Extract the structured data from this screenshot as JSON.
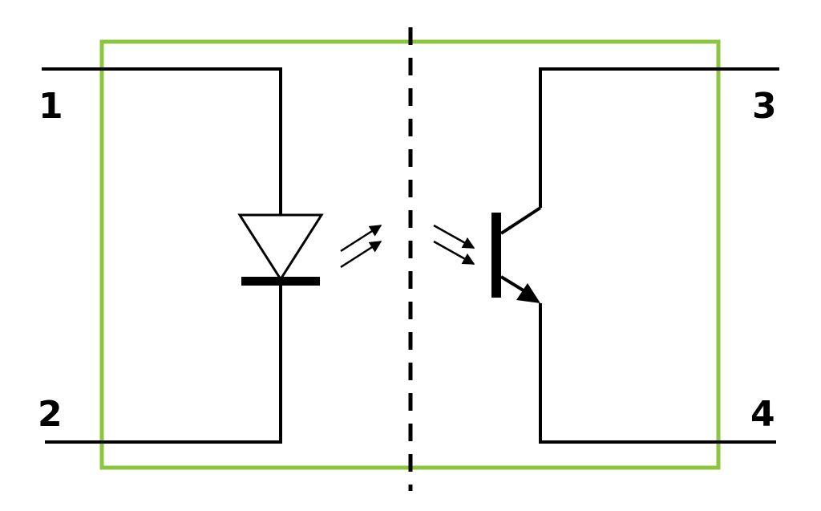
{
  "colors": {
    "package_outline": "#8cc63f",
    "wire": "#000000",
    "background": "#ffffff"
  },
  "pins": [
    {
      "label": "1",
      "side": "left",
      "position": "top"
    },
    {
      "label": "2",
      "side": "left",
      "position": "bottom"
    },
    {
      "label": "3",
      "side": "right",
      "position": "top"
    },
    {
      "label": "4",
      "side": "right",
      "position": "bottom"
    }
  ],
  "components": {
    "emitter_side": "led-diode",
    "detector_side": "npn-phototransistor",
    "isolation_barrier": "dashed-line",
    "light_arrows": 4
  }
}
